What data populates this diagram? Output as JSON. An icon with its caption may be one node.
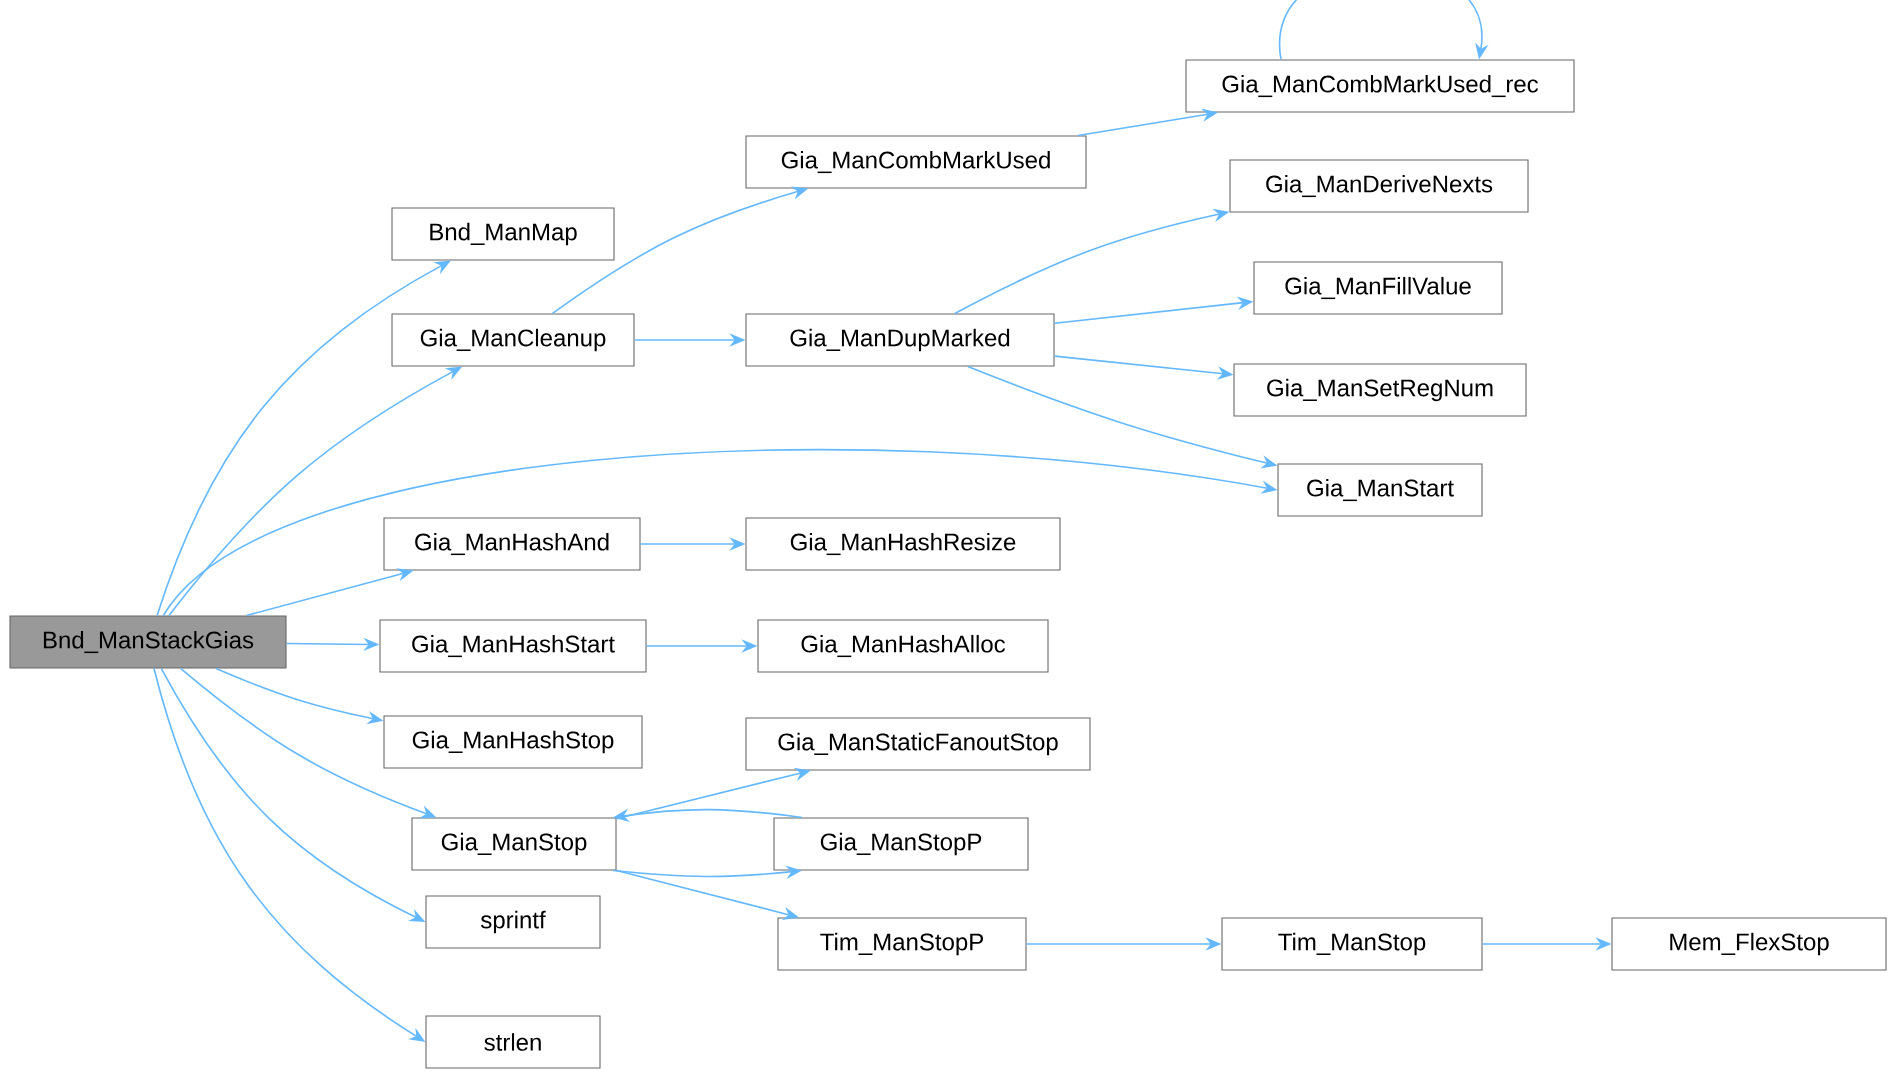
{
  "diagram": {
    "nodes": [
      {
        "text": [
          "Bnd_ManStackGias"
        ]
      },
      {
        "text": [
          "Bnd_ManMap"
        ]
      },
      {
        "text": [
          "Gia_ManCleanup"
        ]
      },
      {
        "text": [
          "Gia_ManCombMarkUsed"
        ]
      },
      {
        "text": [
          "Gia_ManCombMarkUsed_rec"
        ]
      },
      {
        "text": [
          "Gia_ManDupMarked"
        ]
      },
      {
        "text": [
          "Gia_ManDeriveNexts"
        ]
      },
      {
        "text": [
          "Gia_ManFillValue"
        ]
      },
      {
        "text": [
          "Gia_ManSetRegNum"
        ]
      },
      {
        "text": [
          "Gia_ManStart"
        ]
      },
      {
        "text": [
          "Gia_ManHashAnd"
        ]
      },
      {
        "text": [
          "Gia_ManHashResize"
        ]
      },
      {
        "text": [
          "Gia_ManHashStart"
        ]
      },
      {
        "text": [
          "Gia_ManHashAlloc"
        ]
      },
      {
        "text": [
          "Gia_ManHashStop"
        ]
      },
      {
        "text": [
          "Gia_ManStaticFanoutStop"
        ]
      },
      {
        "text": [
          "Gia_ManStop"
        ]
      },
      {
        "text": [
          "Gia_ManStopP"
        ]
      },
      {
        "text": [
          "Tim_ManStopP"
        ]
      },
      {
        "text": [
          "sprintf"
        ]
      },
      {
        "text": [
          "strlen"
        ]
      },
      {
        "text": [
          "Tim_ManStop"
        ]
      },
      {
        "text": [
          "Mem_FlexStop"
        ]
      }
    ],
    "edges": [
      {
        "from": 0,
        "to": 1,
        "arrow": "to"
      },
      {
        "from": 0,
        "to": 2,
        "arrow": "to"
      },
      {
        "from": 0,
        "to": 9,
        "arrow": "to"
      },
      {
        "from": 0,
        "to": 10,
        "arrow": "to"
      },
      {
        "from": 0,
        "to": 12,
        "arrow": "to"
      },
      {
        "from": 0,
        "to": 14,
        "arrow": "to"
      },
      {
        "from": 0,
        "to": 16,
        "arrow": "to"
      },
      {
        "from": 0,
        "to": 19,
        "arrow": "to"
      },
      {
        "from": 0,
        "to": 20,
        "arrow": "to"
      },
      {
        "from": 2,
        "to": 3,
        "arrow": "to"
      },
      {
        "from": 2,
        "to": 5,
        "arrow": "to"
      },
      {
        "from": 3,
        "to": 4,
        "arrow": "to"
      },
      {
        "from": 4,
        "to": 4,
        "arrow": "to"
      },
      {
        "from": 5,
        "to": 6,
        "arrow": "to"
      },
      {
        "from": 5,
        "to": 7,
        "arrow": "to"
      },
      {
        "from": 5,
        "to": 8,
        "arrow": "to"
      },
      {
        "from": 5,
        "to": 9,
        "arrow": "to"
      },
      {
        "from": 10,
        "to": 11,
        "arrow": "to"
      },
      {
        "from": 12,
        "to": 13,
        "arrow": "to"
      },
      {
        "from": 16,
        "to": 15,
        "arrow": "to"
      },
      {
        "from": 16,
        "to": 17,
        "arrow": "to"
      },
      {
        "from": 17,
        "to": 16,
        "arrow": "to"
      },
      {
        "from": 16,
        "to": 18,
        "arrow": "to"
      },
      {
        "from": 18,
        "to": 21,
        "arrow": "to"
      },
      {
        "from": 21,
        "to": 22,
        "arrow": "to"
      }
    ]
  }
}
